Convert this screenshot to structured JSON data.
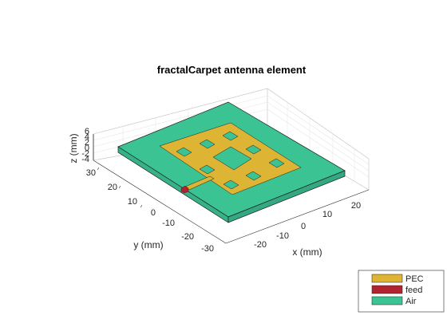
{
  "figure": {
    "title": "fractalCarpet antenna element",
    "colors": {
      "pec": "#DDB434",
      "feed": "#B0232F",
      "air": "#3CC394",
      "axis": "#262626",
      "grid": "#E6E6E6",
      "background": "#FFFFFF"
    }
  },
  "axes": {
    "x": {
      "label": "x (mm)",
      "ticks": [
        "-20",
        "-10",
        "0",
        "10",
        "20"
      ]
    },
    "y": {
      "label": "y (mm)",
      "ticks": [
        "30",
        "20",
        "10",
        "0",
        "-10",
        "-20",
        "-30"
      ]
    },
    "z": {
      "label": "z (mm)",
      "ticks": [
        "6",
        "4",
        "2",
        "0",
        "-2",
        "-4"
      ]
    }
  },
  "legend": {
    "placement": "bottom-right",
    "items": [
      {
        "label": "PEC",
        "color": "#DDB434"
      },
      {
        "label": "feed",
        "color": "#B0232F"
      },
      {
        "label": "Air",
        "color": "#3CC394"
      }
    ]
  }
}
